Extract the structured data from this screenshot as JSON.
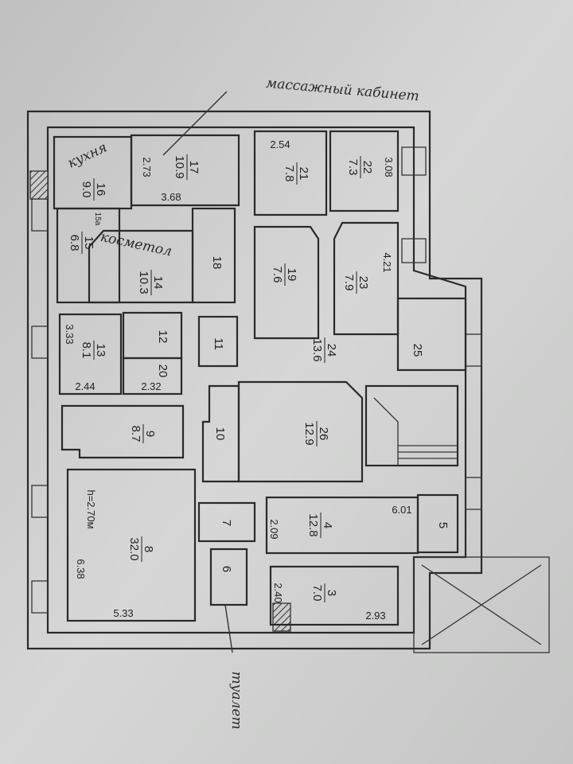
{
  "plan": {
    "height_note": "h=2.70м",
    "annotations": {
      "massage": "массажный кабинет",
      "kitchen": "кухня",
      "cosmetology": "косметол",
      "toilet": "туалет"
    },
    "rooms": {
      "r16": {
        "num": "16",
        "area": "9.0"
      },
      "r17": {
        "num": "17",
        "area": "10.9"
      },
      "r15": {
        "num": "15",
        "area": "6.8"
      },
      "r15a": {
        "num": "15а"
      },
      "r14": {
        "num": "14",
        "area": "10.3"
      },
      "r18": {
        "num": "18"
      },
      "r13": {
        "num": "13",
        "area": "8.1"
      },
      "r12": {
        "num": "12"
      },
      "r20": {
        "num": "20"
      },
      "r11": {
        "num": "11"
      },
      "r9": {
        "num": "9",
        "area": "8.7"
      },
      "r10": {
        "num": "10"
      },
      "r26": {
        "num": "26",
        "area": "12.9"
      },
      "r8": {
        "num": "8",
        "area": "32.0"
      },
      "r7": {
        "num": "7"
      },
      "r6": {
        "num": "6"
      },
      "r4": {
        "num": "4",
        "area": "12.8"
      },
      "r5": {
        "num": "5"
      },
      "r3": {
        "num": "3",
        "area": "7.0"
      },
      "r21": {
        "num": "21",
        "area": "7.8"
      },
      "r22": {
        "num": "22",
        "area": "7.3"
      },
      "r19": {
        "num": "19",
        "area": "7.6"
      },
      "r23": {
        "num": "23",
        "area": "7.9"
      },
      "r24": {
        "num": "24",
        "area": "13.6"
      },
      "r25": {
        "num": "25"
      }
    },
    "dimensions": {
      "d273": "2.73",
      "d368": "3.68",
      "d333": "3.33",
      "d244": "2.44",
      "d232": "2.32",
      "d638": "6.38",
      "d533": "5.33",
      "d601": "6.01",
      "d209": "2.09",
      "d240": "2.40",
      "d293": "2.93",
      "d254": "2.54",
      "d308": "3.08",
      "d421": "4.21"
    }
  }
}
